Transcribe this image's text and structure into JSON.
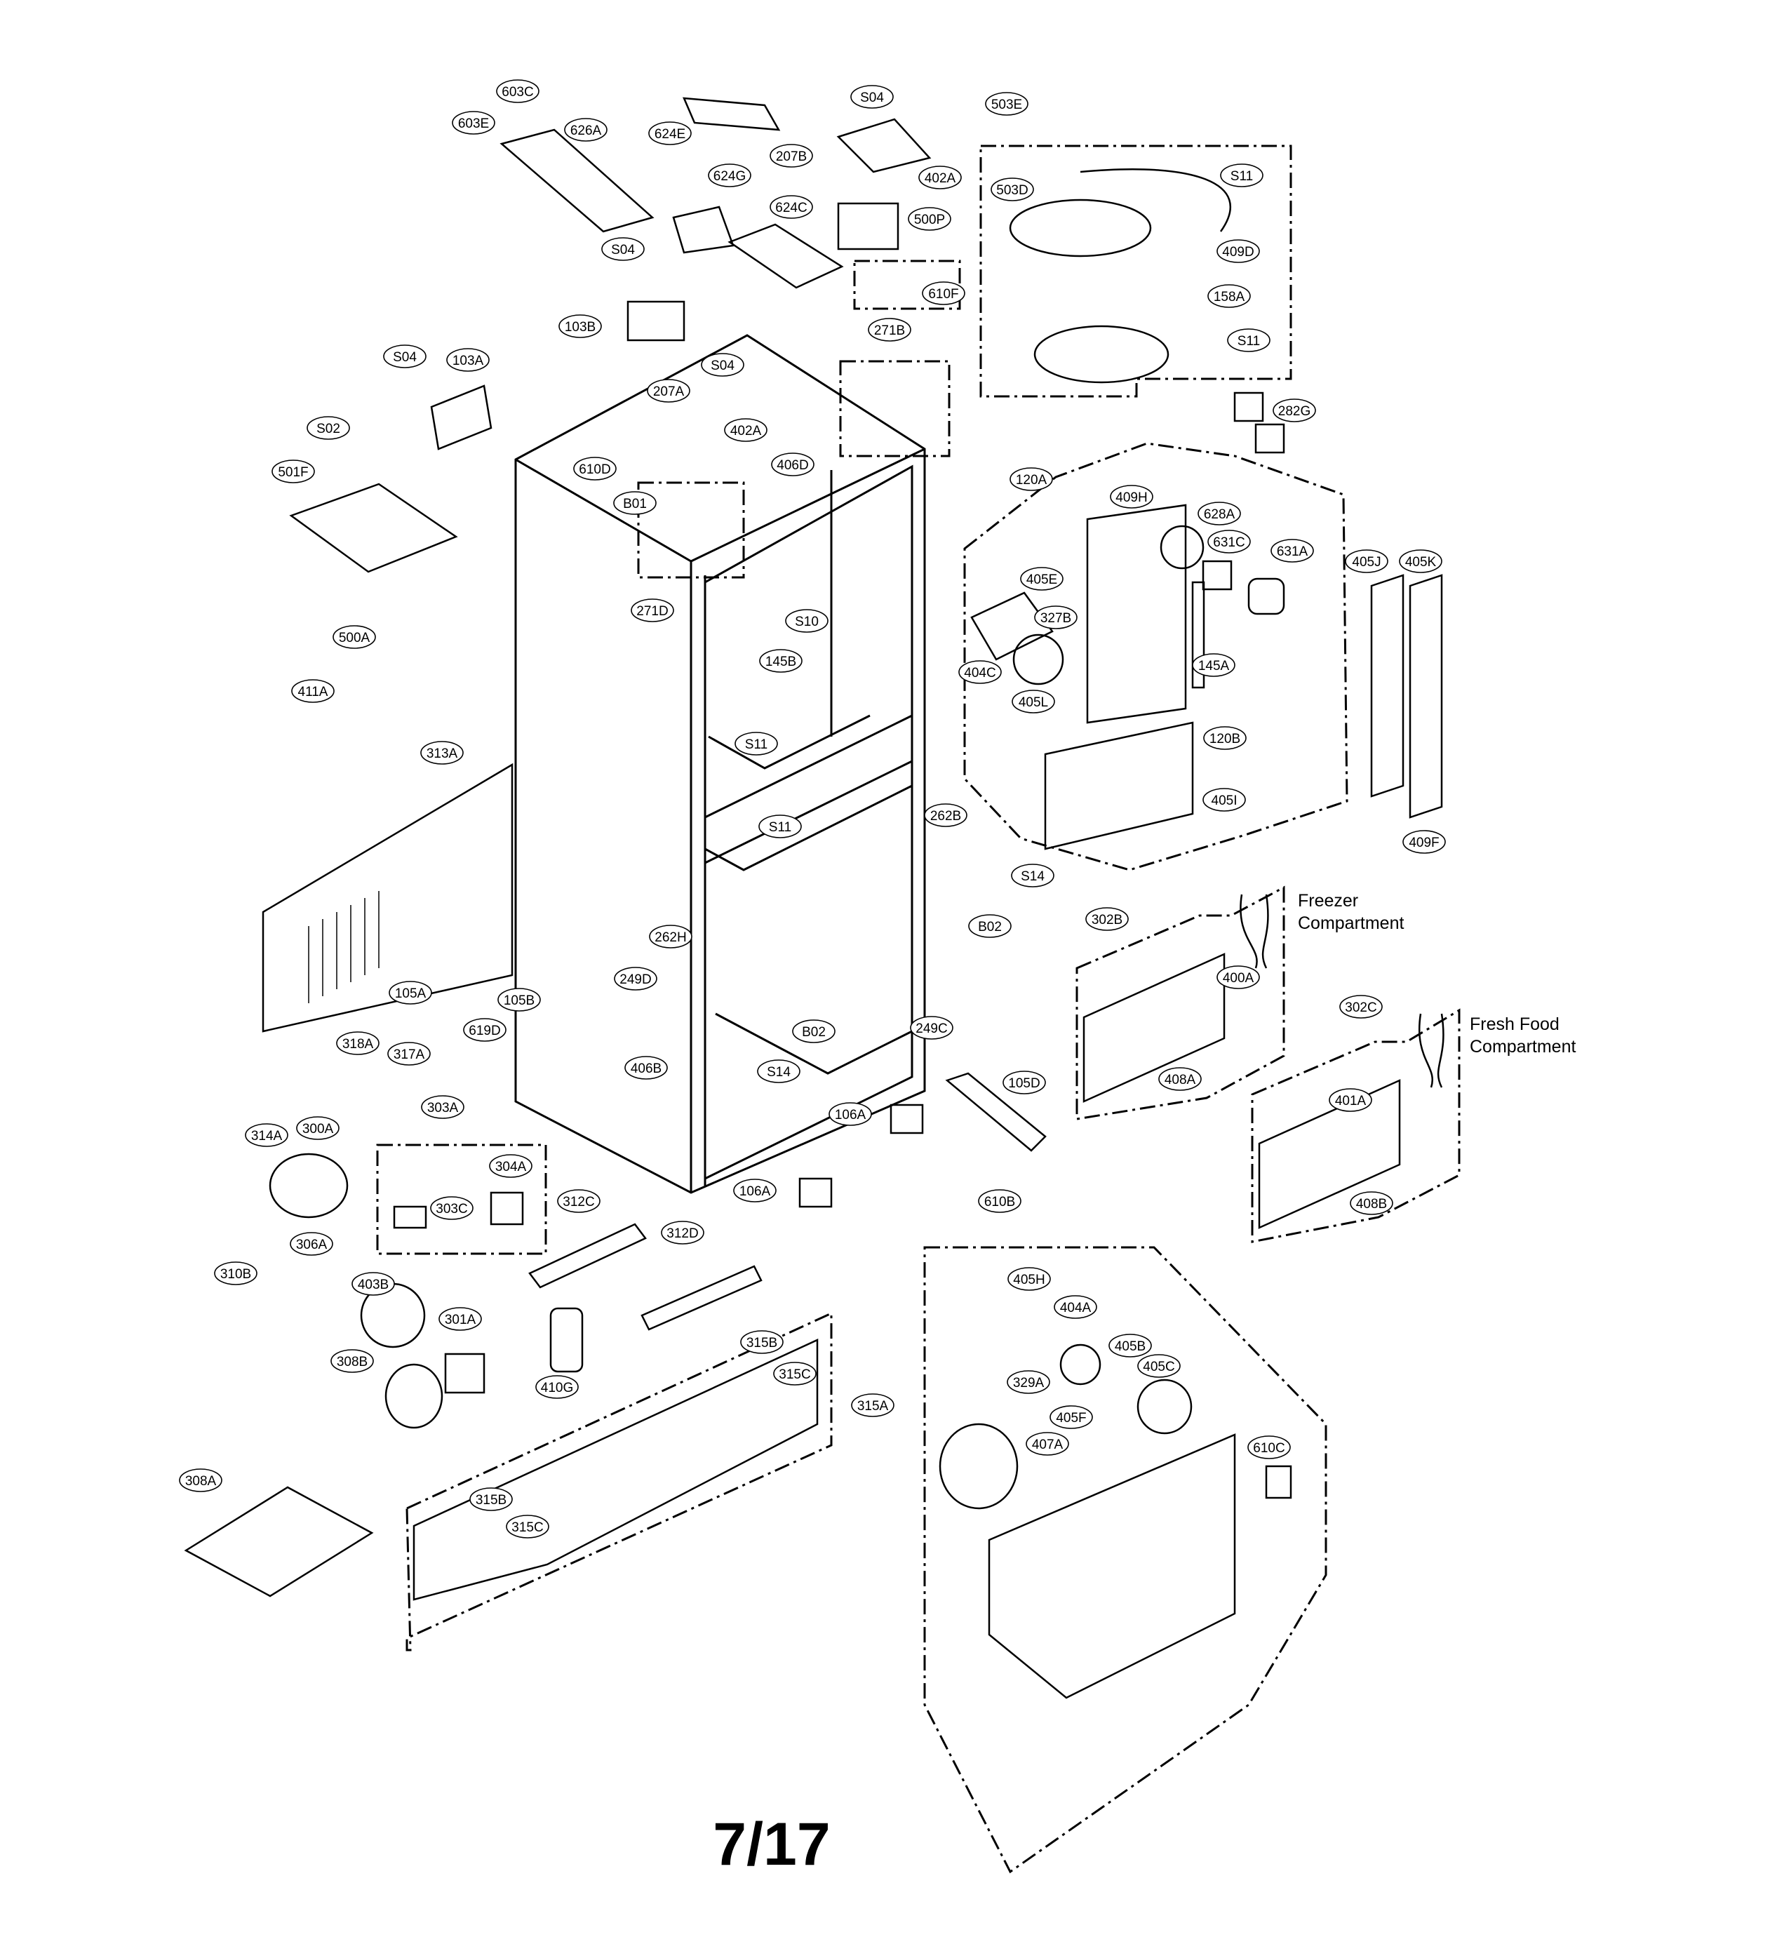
{
  "page_number": "7/17",
  "compartments": {
    "freezer": [
      "Freezer",
      "Compartment"
    ],
    "fresh_food": [
      "Fresh Food",
      "Compartment"
    ]
  },
  "part_labels": [
    "603E",
    "603C",
    "626A",
    "624E",
    "S04",
    "207B",
    "402A",
    "503E",
    "624G",
    "624C",
    "500P",
    "503D",
    "S11",
    "409D",
    "158A",
    "S04",
    "103B",
    "271B",
    "610F",
    "S11",
    "282G",
    "S04",
    "103A",
    "S04",
    "207A",
    "S02",
    "402A",
    "501F",
    "610D",
    "406D",
    "120A",
    "409H",
    "628A",
    "631C",
    "631A",
    "405E",
    "327B",
    "B01",
    "271D",
    "S10",
    "405J",
    "405K",
    "404C",
    "405L",
    "145A",
    "500A",
    "145B",
    "411A",
    "120B",
    "313A",
    "S11",
    "405I",
    "S11",
    "262B",
    "409F",
    "S14",
    "B02",
    "262H",
    "302B",
    "400A",
    "105A",
    "105B",
    "249D",
    "B02",
    "249C",
    "318A",
    "317A",
    "619D",
    "406B",
    "S14",
    "302C",
    "401A",
    "408A",
    "105D",
    "106A",
    "303A",
    "314A",
    "300A",
    "304A",
    "303C",
    "306A",
    "106A",
    "312C",
    "312D",
    "408B",
    "610B",
    "310B",
    "403B",
    "301A",
    "405H",
    "404A",
    "405B",
    "329A",
    "405F",
    "405C",
    "308B",
    "410G",
    "315B",
    "315C",
    "315A",
    "407A",
    "610C",
    "308A",
    "315B",
    "315C"
  ]
}
